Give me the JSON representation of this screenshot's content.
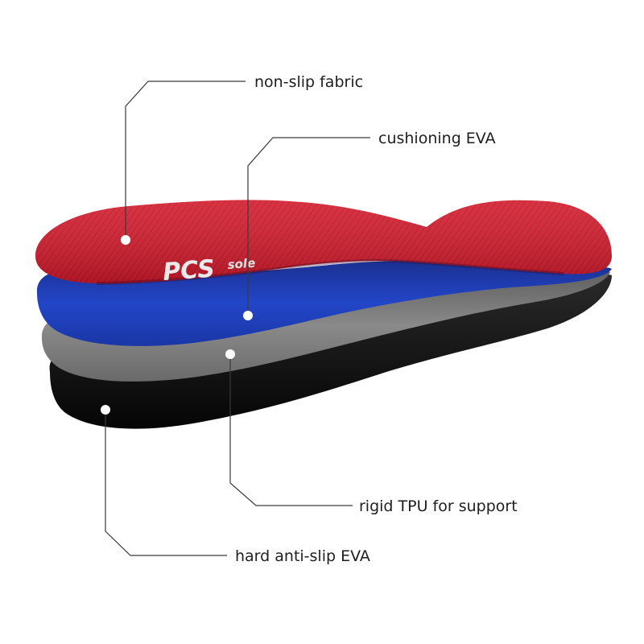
{
  "brand": {
    "logo_main": "PCS",
    "logo_sub": "sole"
  },
  "colors": {
    "top_fabric": "#d0192b",
    "cushion": "#1f3fbf",
    "support": "#7a7a7a",
    "base": "#0c0c0c"
  },
  "callouts": [
    {
      "label": "non-slip fabric"
    },
    {
      "label": "cushioning EVA"
    },
    {
      "label": "rigid TPU for support"
    },
    {
      "label": "hard anti-slip EVA"
    }
  ]
}
